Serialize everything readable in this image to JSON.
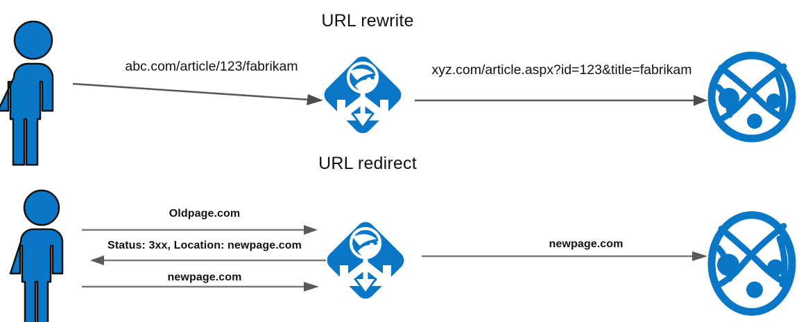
{
  "diagram": {
    "title_rewrite": "URL rewrite",
    "title_redirect": "URL redirect",
    "colors": {
      "azure_blue": "#0a76c6",
      "icon_outline": "#111111",
      "arrow_gray": "#595959",
      "background": "#ffffff"
    }
  },
  "rewrite_row": {
    "actor_icon": "person-icon",
    "gateway_icon": "application-gateway-icon",
    "internet_icon": "internet-globe-icon",
    "request_label": "abc.com/article/123/fabrikam",
    "rewritten_label": "xyz.com/article.aspx?id=123&title=fabrikam",
    "request_arrow_direction": "right",
    "rewritten_arrow_direction": "right"
  },
  "redirect_row": {
    "actor_icon": "person-icon",
    "gateway_icon": "application-gateway-icon",
    "internet_icon": "internet-globe-icon",
    "step_1_label": "Oldpage.com",
    "step_2_label": "Status: 3xx, Location: newpage.com",
    "step_3_label": "newpage.com",
    "backend_label": "newpage.com",
    "step_1_arrow_direction": "right",
    "step_2_arrow_direction": "left",
    "step_3_arrow_direction": "right",
    "backend_arrow_direction": "right"
  }
}
